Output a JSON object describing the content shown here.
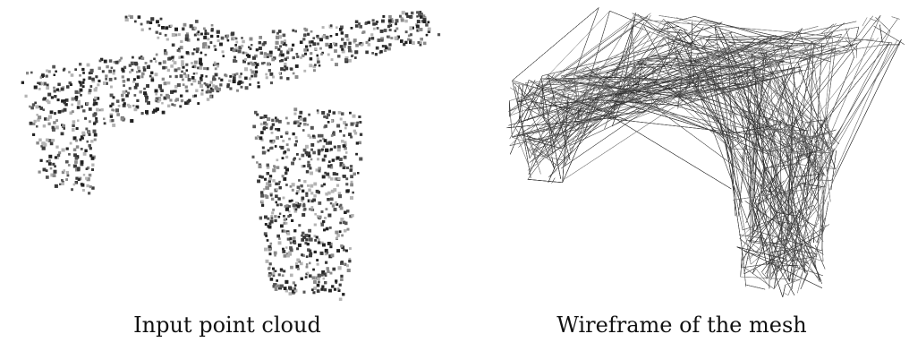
{
  "figure": {
    "panels": [
      {
        "caption": "Input point cloud",
        "render_style": "point-cloud",
        "subject": "airplane",
        "colors": [
          "#222222",
          "#3a3a3a",
          "#555555",
          "#8a8a8a",
          "#b4b4b4"
        ]
      },
      {
        "caption": "Wireframe of the mesh",
        "render_style": "wireframe",
        "subject": "airplane",
        "colors": [
          "#2b2b2b",
          "#4a4a4a",
          "#7a7a7a"
        ]
      }
    ]
  }
}
